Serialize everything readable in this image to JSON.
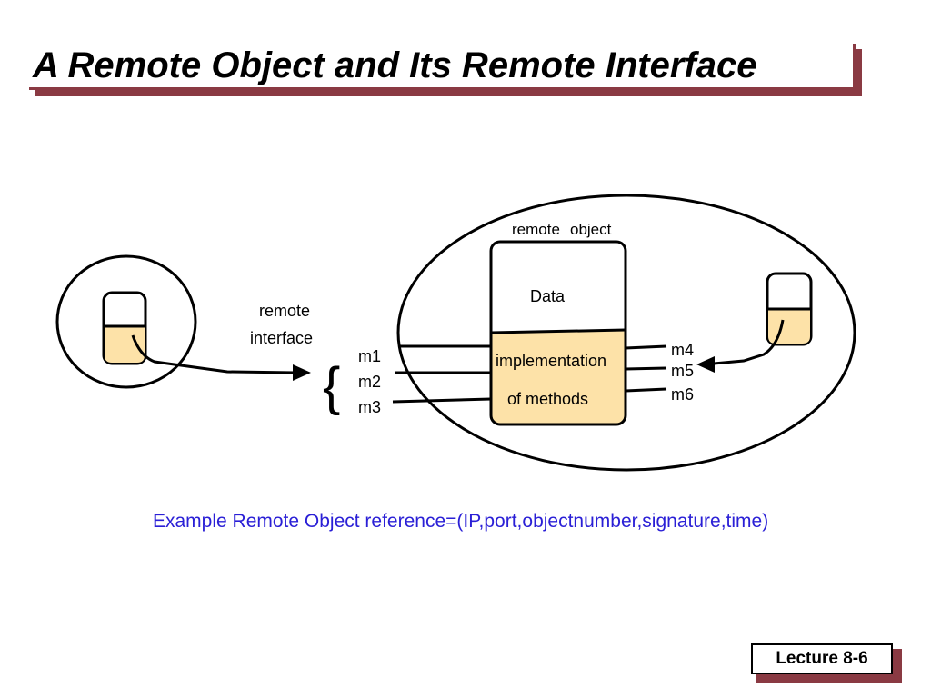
{
  "slide": {
    "title": "A Remote Object and Its Remote Interface",
    "footer": "Lecture 8-6",
    "example": "Example Remote Object reference=(IP,port,objectnumber,signature,time)"
  },
  "diagram": {
    "remote_object_label_1": "remote",
    "remote_object_label_2": "object",
    "data_label": "Data",
    "impl_line_1": "implementation",
    "impl_line_2": "of methods",
    "remote_interface_1": "remote",
    "remote_interface_2": "interface",
    "brace": "{",
    "methods_left": [
      "m1",
      "m2",
      "m3"
    ],
    "methods_right": [
      "m4",
      "m5",
      "m6"
    ]
  },
  "colors": {
    "shadow": "#8a3a43",
    "fill": "#fde2a8",
    "example_text": "#2a1fd6"
  }
}
